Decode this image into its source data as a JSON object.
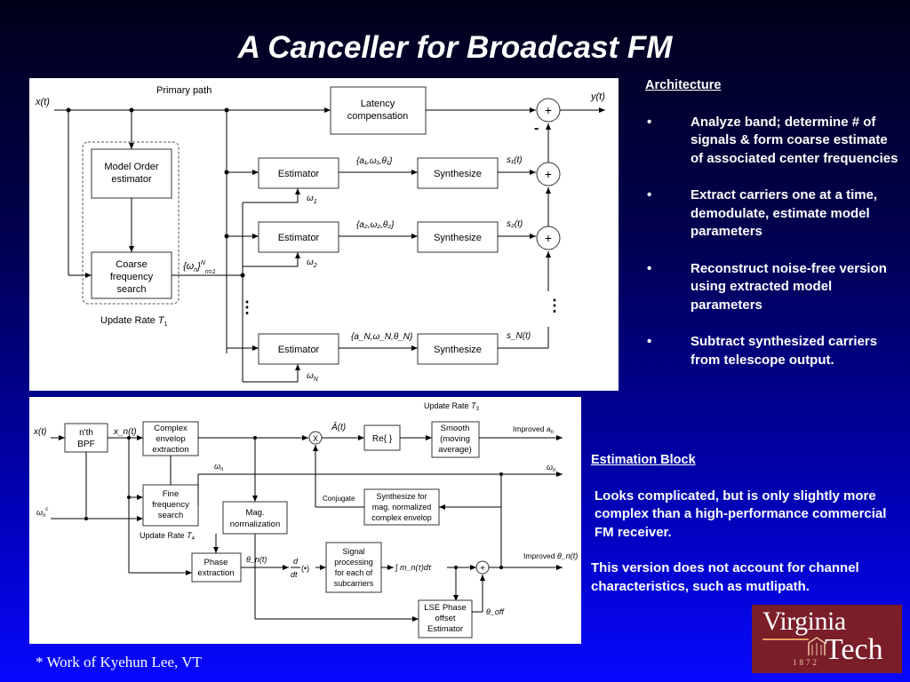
{
  "title": "A Canceller for Broadcast FM",
  "diagram_top": {
    "primary_path": "Primary path",
    "input": "x(t)",
    "latency": [
      "Latency",
      "compensation"
    ],
    "output": "y(t)",
    "model_order": [
      "Model Order",
      "estimator"
    ],
    "coarse": [
      "Coarse",
      "frequency",
      "search"
    ],
    "update_rate": "Update Rate",
    "update_rate_sym": "T",
    "update_rate_sub": "1",
    "coarse_out": "{ω",
    "coarse_out_tail": "}",
    "coarse_out_sup": "N",
    "coarse_out_sub": "n=1",
    "estimator_label": "Estimator",
    "synth_label": "Synthesize",
    "plus": "+",
    "minus": "-",
    "rows": [
      {
        "params": "{a₁,ω₁,θ₁}",
        "omega": "ω",
        "omega_sub": "1",
        "signal": "s₁(t)"
      },
      {
        "params": "{a₂,ω₂,θ₂}",
        "omega": "ω",
        "omega_sub": "2",
        "signal": "s₂(t)"
      },
      {
        "params": "{a_N,ω_N,θ_N}",
        "omega": "ω",
        "omega_sub": "N",
        "signal": "s_N(t)"
      }
    ]
  },
  "diagram_bottom": {
    "input": "x(t)",
    "bpf": [
      "n'th",
      "BPF"
    ],
    "xn": "x_n(t)",
    "complex_env": [
      "Complex",
      "envelop",
      "extraction"
    ],
    "multiply": "X",
    "a_hat": "Â(t)",
    "re": "Re{ }",
    "smooth": [
      "Smooth",
      "(moving",
      "average)"
    ],
    "improved_a": "Improved",
    "improved_a_sym": "a",
    "improved_a_sub": "n",
    "update_rate": "Update Rate",
    "update_rate_sym": "T",
    "update_rate_sub_top": "3",
    "update_rate_sub_mid": "4",
    "omega_n": "ω",
    "omega_n_sub": "n",
    "omega_c": "ω",
    "omega_c_sub": "n",
    "omega_c_sup": "c",
    "fine_freq": [
      "Fine",
      "frequency",
      "search"
    ],
    "conjugate": "Conjugate",
    "synth_norm": [
      "Synthesize for",
      "mag. normalized",
      "complex envelop"
    ],
    "mag_norm": [
      "Mag.",
      "normalization"
    ],
    "phase_ext": [
      "Phase",
      "extraction"
    ],
    "theta_t": "θ_n(t)",
    "deriv_top": "d",
    "deriv_bot": "dt",
    "deriv_op": "(•)",
    "signal_proc": [
      "Signal",
      "processing",
      "for each of",
      "subcarriers"
    ],
    "integral": "∫ m_n(τ)dτ",
    "improved_theta": "Improved",
    "improved_theta_sym": "θ_n(t)",
    "lse": [
      "LSE Phase",
      "offset",
      "Estimator"
    ],
    "theta_off": "θ_off",
    "plus": "+"
  },
  "architecture": {
    "heading": "Architecture",
    "bullets": [
      "Analyze band; determine # of signals & form coarse estimate of associated center frequencies",
      "Extract carriers one at a time, demodulate, estimate model parameters",
      "Reconstruct noise-free version using extracted model parameters",
      "Subtract synthesized carriers from telescope output."
    ],
    "bullet_char": "•"
  },
  "estimation": {
    "heading": "Estimation Block",
    "p1": "Looks complicated, but is only slightly more complex than a high-performance commercial FM receiver.",
    "p2": "This version does not account for channel characteristics, such as mutlipath."
  },
  "footnote": "* Work of Kyehun Lee, VT",
  "logo": {
    "line1": "Virginia",
    "line2": "Tech",
    "year": "1872"
  }
}
